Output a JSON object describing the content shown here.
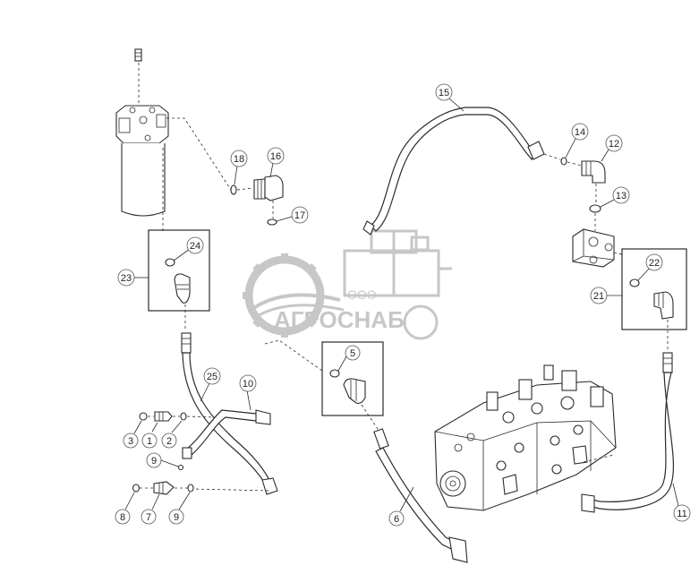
{
  "watermark": {
    "company_form": "ООО",
    "company_name": "АГРОСНАБ",
    "color": "#9a9a9a"
  },
  "callouts": [
    "1",
    "2",
    "3",
    "5",
    "6",
    "7",
    "8",
    "9",
    "9",
    "10",
    "11",
    "12",
    "13",
    "14",
    "15",
    "16",
    "17",
    "18",
    "21",
    "22",
    "23",
    "24",
    "25"
  ],
  "colors": {
    "line": "#2b2b2b",
    "fill": "#ffffff",
    "callout_bg": "#ffffff"
  }
}
